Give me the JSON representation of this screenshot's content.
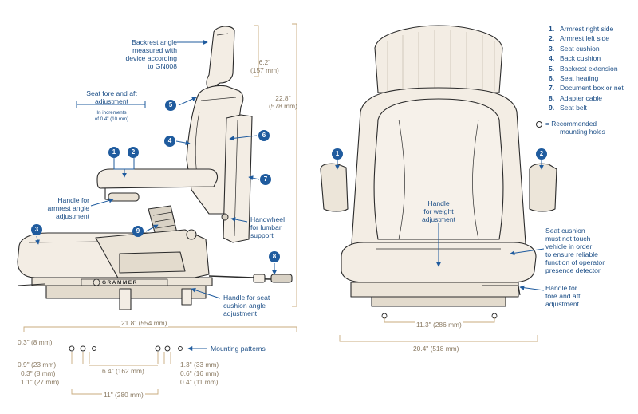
{
  "legend": [
    {
      "num": "1.",
      "text": "Armrest right side"
    },
    {
      "num": "2.",
      "text": "Armrest left side"
    },
    {
      "num": "3.",
      "text": "Seat cushion"
    },
    {
      "num": "4.",
      "text": "Back cushion"
    },
    {
      "num": "5.",
      "text": "Backrest extension"
    },
    {
      "num": "6.",
      "text": "Seat heating"
    },
    {
      "num": "7.",
      "text": "Document box or net"
    },
    {
      "num": "8.",
      "text": "Adapter cable"
    },
    {
      "num": "9.",
      "text": "Seat belt"
    }
  ],
  "mounting_note": {
    "line1": "= Recommended",
    "line2": "mounting holes"
  },
  "side_view": {
    "backrest_angle": {
      "line1": "Backrest angle",
      "line2": "measured with",
      "line3": "device according",
      "line4": "to GN008"
    },
    "fore_aft": {
      "line1": "Seat fore and aft",
      "line2": "adjustment",
      "inc1": "In increments",
      "inc2": "of 0.4\" (10 mm)"
    },
    "armrest_handle": {
      "line1": "Handle for",
      "line2": "armrest angle",
      "line3": "adjustment"
    },
    "handwheel": {
      "line1": "Handwheel",
      "line2": "for lumbar",
      "line3": "support"
    },
    "cushion_handle": {
      "line1": "Handle for seat",
      "line2": "cushion angle",
      "line3": "adjustment"
    },
    "brand": "GRAMMER",
    "dims": {
      "top_ext_in": "6.2\"",
      "top_ext_mm": "(157 mm)",
      "height_in": "22.8\"",
      "height_mm": "(578 mm)",
      "depth": "21.8\" (554 mm)"
    },
    "badges": {
      "b1": "1",
      "b2": "2",
      "b3": "3",
      "b4": "4",
      "b5": "5",
      "b6": "6",
      "b7": "7",
      "b8": "8",
      "b9": "9"
    }
  },
  "mounting": {
    "label": "Mounting patterns",
    "left": [
      "0.3\" (8 mm)",
      "0.9\" (23 mm)",
      "0.3\" (8 mm)",
      "1.1\" (27 mm)"
    ],
    "mid": "6.4\" (162 mm)",
    "right": [
      "1.3\" (33 mm)",
      "0.6\" (16 mm)",
      "0.4\" (11 mm)"
    ],
    "bottom": "11\" (280 mm)"
  },
  "front_view": {
    "weight_handle": {
      "line1": "Handle",
      "line2": "for weight",
      "line3": "adjustment"
    },
    "cushion_note": {
      "line1": "Seat cushion",
      "line2": "must not touch",
      "line3": "vehicle in order",
      "line4": "to ensure reliable",
      "line5": "function of operator",
      "line6": "presence detector"
    },
    "fore_aft_handle": {
      "line1": "Handle for",
      "line2": "fore and aft",
      "line3": "adjustment"
    },
    "dims": {
      "inner": "11.3\" (286 mm)",
      "outer": "20.4\" (518 mm)"
    },
    "badges": {
      "b1": "1",
      "b2": "2"
    }
  },
  "colors": {
    "accent": "#1f5b9e",
    "dimension": "#c8ab7e",
    "outline": "#2b2b2b",
    "seat_fill": "#f3ede4"
  }
}
